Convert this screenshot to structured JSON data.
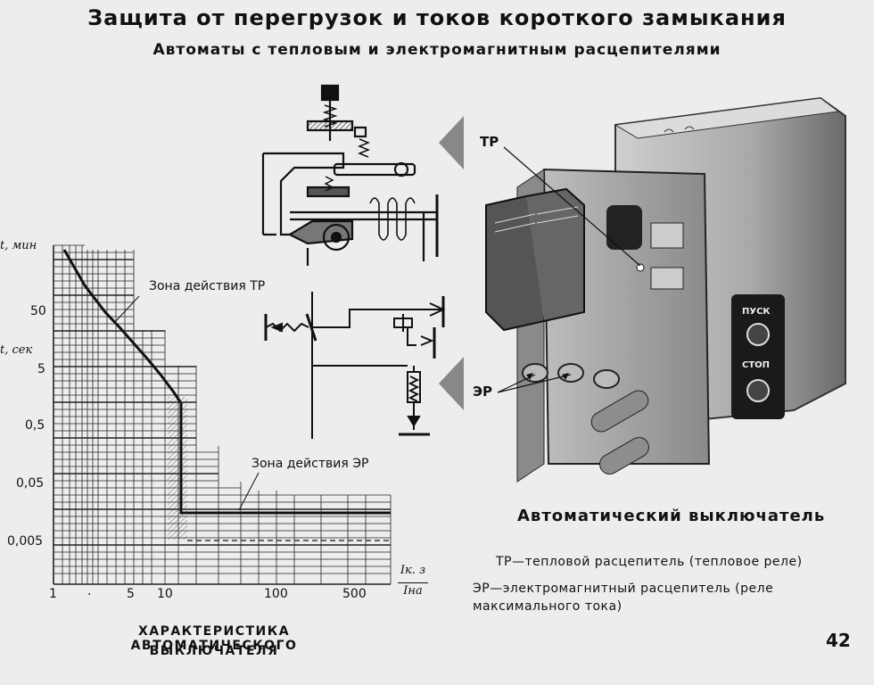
{
  "header": {
    "title": "Защита от перегрузок и токов короткого замыкания",
    "subtitle": "Автоматы с тепловым и электромагнитным расцепителями"
  },
  "chart": {
    "ylabel_top": "t, мин",
    "ylabel_mid": "t, сек",
    "y_ticks": [
      "50",
      "5",
      "0,5",
      "0,05",
      "0,005"
    ],
    "x_ticks": [
      "1",
      ".",
      "5",
      "10",
      "100",
      "500"
    ],
    "xlabel_num": "Iк. з",
    "xlabel_den": "Iна",
    "annotation_tr": "Зона действия ТР",
    "annotation_er": "Зона действия ЭР",
    "caption_line1": "ХАРАКТЕРИСТИКА АВТОМАТИЧЕСКОГО",
    "caption_line2": "ВЫКЛЮЧАТЕЛЯ"
  },
  "breaker": {
    "title": "Автоматический выключатель",
    "label_tr": "ТР",
    "label_er": "ЭР",
    "button_start": "ПУСК",
    "button_stop": "СТОП"
  },
  "legend": {
    "tr": "ТР—тепловой расцепитель (тепловое реле)",
    "er_line1": "ЭР—электромагнитный  расцепитель (реле",
    "er_line2": "максимального тока)"
  },
  "page_number": "42",
  "colors": {
    "background": "#ededed",
    "ink": "#111111",
    "metal": "#9a9a9a"
  }
}
